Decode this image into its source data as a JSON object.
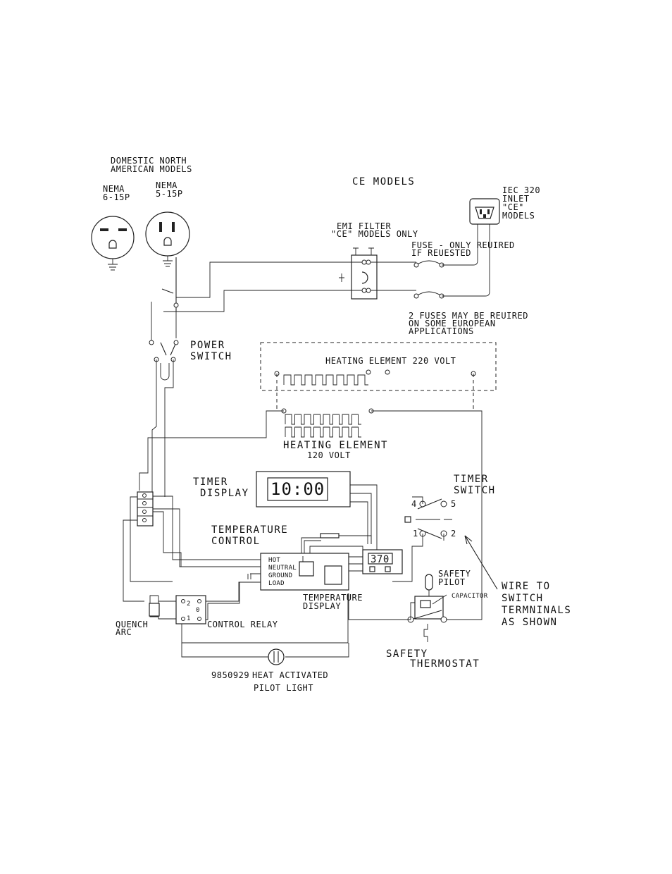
{
  "labels": {
    "domestic": [
      "DOMESTIC NORTH",
      "AMERICAN MODELS"
    ],
    "nema6": [
      "NEMA",
      "6-15P"
    ],
    "nema5": [
      "NEMA",
      "5-15P"
    ],
    "ce_models": "CE MODELS",
    "iec": [
      "IEC 320",
      "INLET",
      "\"CE\"",
      "MODELS"
    ],
    "emi": [
      "EMI FILTER",
      "\"CE\" MODELS ONLY"
    ],
    "fuse": [
      "FUSE - ONLY REUIRED",
      "IF REUESTED"
    ],
    "two_fuses": [
      "2 FUSES MAY BE REUIRED",
      "ON SOME EUROPEAN",
      "APPLICATIONS"
    ],
    "power_switch": [
      "POWER",
      "SWITCH"
    ],
    "heating_220": "HEATING ELEMENT 220 VOLT",
    "heating_120": [
      "HEATING ELEMENT",
      "120 VOLT"
    ],
    "timer_display": [
      "TIMER",
      "DISPLAY"
    ],
    "timer_digits": "10:00",
    "timer_switch": [
      "TIMER",
      "SWITCH"
    ],
    "switch_terms": [
      "4",
      "5",
      "1",
      "2"
    ],
    "temp_control": [
      "TEMPERATURE",
      "CONTROL"
    ],
    "tc_terms": [
      "HOT",
      "NEUTRAL",
      "GROUND",
      "LOAD"
    ],
    "temp_digits": "370",
    "temp_display": [
      "TEMPERATURE",
      "DISPLAY"
    ],
    "safety_pilot": [
      "SAFETY",
      "PILOT"
    ],
    "capacitor": "CAPACITOR",
    "wire_note": [
      "WIRE TO",
      "SWITCH",
      "TERMNINALS",
      "AS SHOWN"
    ],
    "quench": [
      "QUENCH",
      "ARC"
    ],
    "control_relay": "CONTROL RELAY",
    "relay_terms": [
      "2",
      "0",
      "1"
    ],
    "safety_thermostat": [
      "SAFETY",
      "THERMOSTAT"
    ],
    "pilot_part": "9850929",
    "pilot_light": [
      "HEAT ACTIVATED",
      "PILOT LIGHT"
    ]
  }
}
